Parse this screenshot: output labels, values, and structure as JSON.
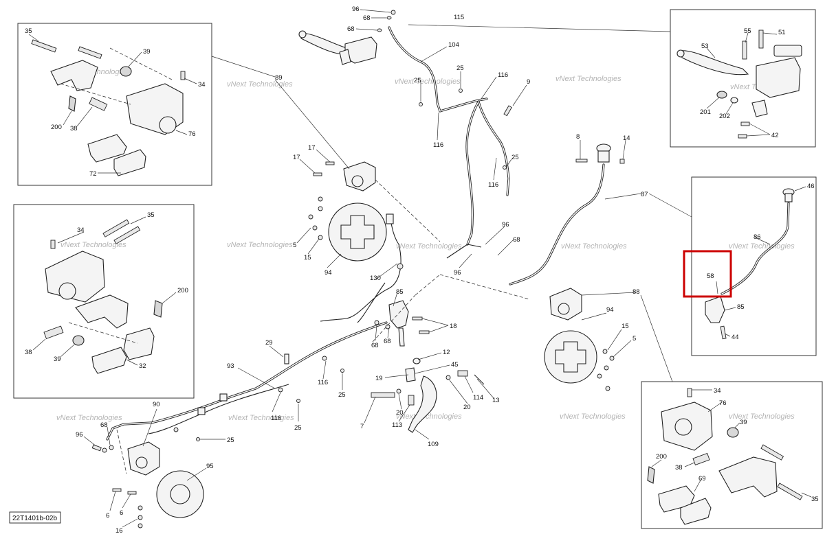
{
  "figure_code": "22T1401b-02b",
  "watermark": {
    "line1": "vNext Technologies",
    "line2": "Technologies"
  },
  "highlight": {
    "callout": "58",
    "color": "#cc0000"
  },
  "inset_front_left": {
    "callouts": {
      "c35": "35",
      "c39": "39",
      "c34": "34",
      "c200": "200",
      "c38": "38",
      "c76": "76",
      "c72": "72"
    }
  },
  "inset_front_right": {
    "callouts": {
      "c34": "34",
      "c35": "35",
      "c200": "200",
      "c38": "38",
      "c39": "39",
      "c32": "32"
    }
  },
  "inset_hand_brake": {
    "callouts": {
      "c55": "55",
      "c51": "51",
      "c53": "53",
      "c201": "201",
      "c202": "202",
      "c42": "42"
    }
  },
  "inset_rear_master": {
    "callouts": {
      "c46": "46",
      "c86": "86",
      "c58": "58",
      "c85": "85",
      "c44": "44"
    }
  },
  "inset_rear_caliper": {
    "callouts": {
      "c34": "34",
      "c76": "76",
      "c39": "39",
      "c200": "200",
      "c38": "38",
      "c69": "69",
      "c35": "35"
    }
  },
  "main": {
    "callouts": {
      "c96a": "96",
      "c68a": "68",
      "c68b": "68",
      "c115": "115",
      "c104": "104",
      "c25a": "25",
      "c25b": "25",
      "c116a": "116",
      "c9": "9",
      "c116b": "116",
      "c25c": "25",
      "c116c": "116",
      "c89": "89",
      "c17a": "17",
      "c17b": "17",
      "c5a": "5",
      "c15a": "15",
      "c94a": "94",
      "c8": "8",
      "c14": "14",
      "c87": "87",
      "c96b": "96",
      "c68c": "68",
      "c96c": "96",
      "c130": "130",
      "c85": "85",
      "c18": "18",
      "c68d": "68",
      "c68e": "68",
      "c88": "88",
      "c94b": "94",
      "c15b": "15",
      "c5b": "5",
      "c12": "12",
      "c45": "45",
      "c29": "29",
      "c93": "93",
      "c19": "19",
      "c116d": "116",
      "c25d": "25",
      "c114": "114",
      "c13": "13",
      "c20a": "20",
      "c20b": "20",
      "c7": "7",
      "c113": "113",
      "c116e": "116",
      "c25e": "25",
      "c25f": "25",
      "c109": "109",
      "c90": "90",
      "c96d": "96",
      "c68f": "68",
      "c95": "95",
      "c6a": "6",
      "c6b": "6",
      "c16": "16"
    }
  }
}
